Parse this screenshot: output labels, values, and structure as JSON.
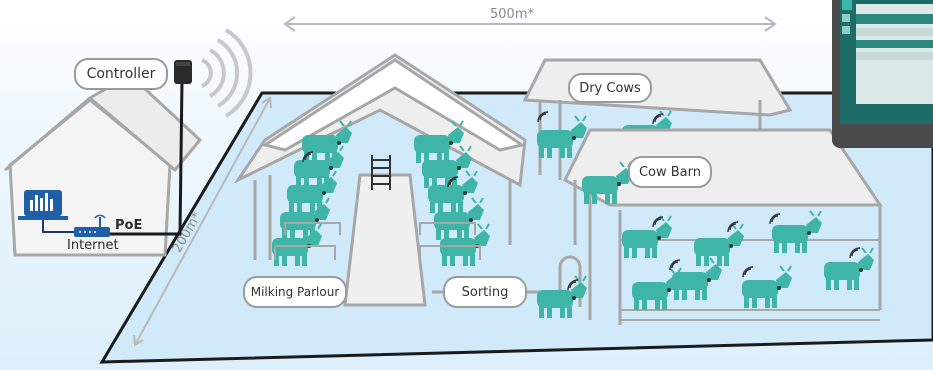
{
  "labels": {
    "controller": "Controller",
    "internet": "Internet",
    "poe": "PoE",
    "dry_cows": "Dry Cows",
    "cow_barn": "Cow Barn",
    "milking_parlour": "Milking Parlour",
    "sorting": "Sorting"
  },
  "dimensions": {
    "width": "500m*",
    "depth": "200m*"
  },
  "colors": {
    "cow": "#3fb5a8",
    "cow_dark": "#2a8a80",
    "barn_stroke": "#a7a7a7",
    "barn_fill": "#f4f4f4",
    "ground": "#d3ecfb",
    "outline": "#1b1b1b",
    "router": "#1e5fa8",
    "monitor_bezel": "#4a4a4a",
    "monitor_screen": "#1e6c68"
  }
}
